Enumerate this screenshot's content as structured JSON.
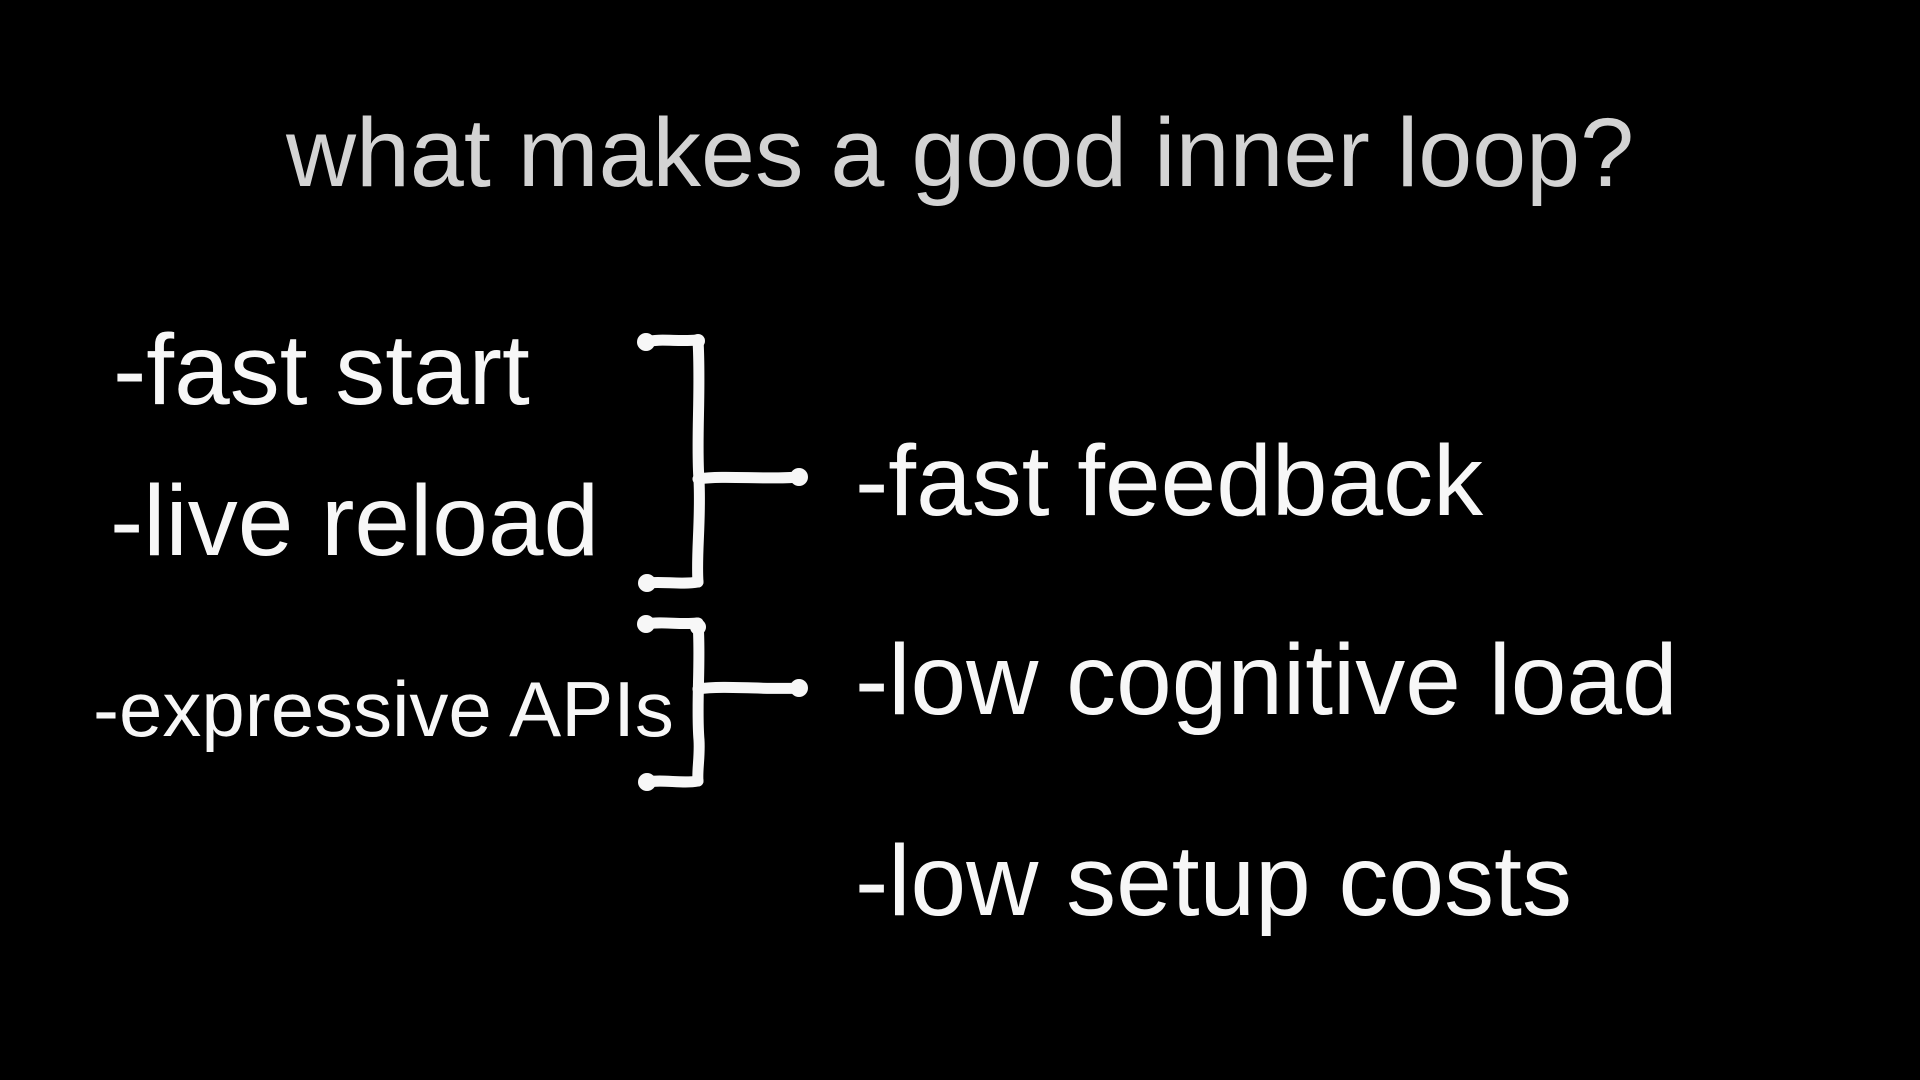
{
  "slide": {
    "title": "what makes a good inner loop?",
    "left_items": [
      "-fast start",
      "-live reload",
      "-expressive APIs"
    ],
    "right_items": [
      "-fast feedback",
      "-low cognitive load",
      "-low setup costs"
    ],
    "icons": {
      "group_top": "hand-drawn-square-bracket-icon",
      "group_bottom": "hand-drawn-square-bracket-icon"
    },
    "colors": {
      "background": "#000000",
      "title_text": "#d3d3d3",
      "body_text": "#f7f7f7",
      "bracket": "#f7f7f7"
    }
  }
}
